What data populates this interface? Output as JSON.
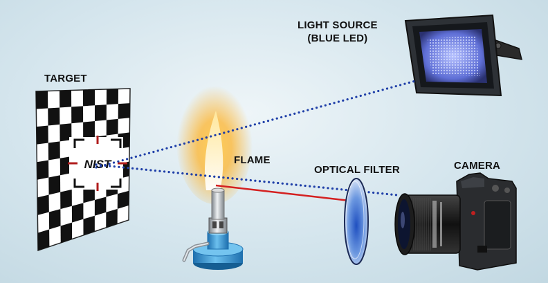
{
  "labels": {
    "target": "TARGET",
    "light_source_line1": "LIGHT SOURCE",
    "light_source_line2": "(BLUE LED)",
    "flame": "FLAME",
    "optical_filter": "OPTICAL FILTER",
    "camera": "CAMERA"
  },
  "target_logo_text": "NIST",
  "colors": {
    "background": "#d4e5ed",
    "beam_dotted": "#1f3fa8",
    "beam_red": "#d42020",
    "flame_outer": "#ffb020",
    "flame_core": "#fff6c8",
    "burner_blue": "#3fa0d8",
    "led_blue": "#7a8cf0",
    "filter_blue": "#2e6fd0"
  },
  "icons": [
    "checkerboard-target-icon",
    "led-floodlight-icon",
    "bunsen-burner-icon",
    "flame-icon",
    "optical-filter-icon",
    "camera-icon"
  ]
}
